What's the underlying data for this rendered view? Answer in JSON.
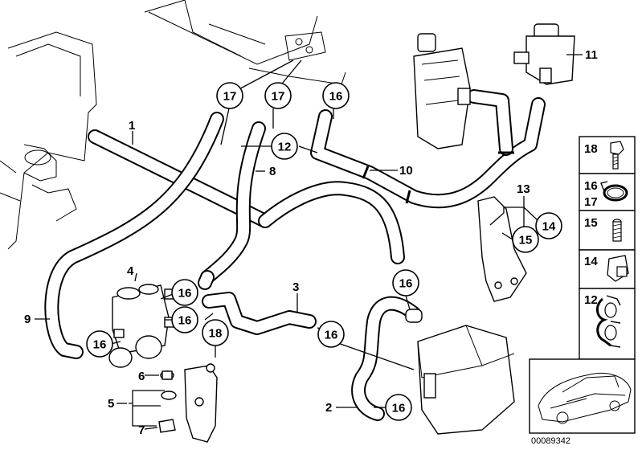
{
  "diagram": {
    "reference_number": "00089342",
    "callouts": {
      "c1": "1",
      "c2": "2",
      "c3": "3",
      "c4": "4",
      "c5": "5",
      "c6": "6",
      "c7": "7",
      "c8": "8",
      "c9": "9",
      "c10": "10",
      "c11": "11",
      "c12": "12",
      "c13": "13",
      "c16_top": "16",
      "c16_valve_a": "16",
      "c16_valve_b": "16",
      "c16_left": "16",
      "c16_mid": "16",
      "c16_right": "16",
      "c16_bottom": "16",
      "c17_a": "17",
      "c17_b": "17",
      "c18_bracket": "18",
      "c14_tr": "14",
      "c15_tr": "15"
    },
    "legend": [
      {
        "label": "18",
        "icon": "bolt-icon"
      },
      {
        "label": "16",
        "label2": "17",
        "icon": "hose-clamp-icon"
      },
      {
        "label": "15",
        "icon": "stud-icon"
      },
      {
        "label": "14",
        "icon": "clip-icon"
      },
      {
        "label": "12",
        "icon": "double-clip-icon"
      }
    ]
  }
}
